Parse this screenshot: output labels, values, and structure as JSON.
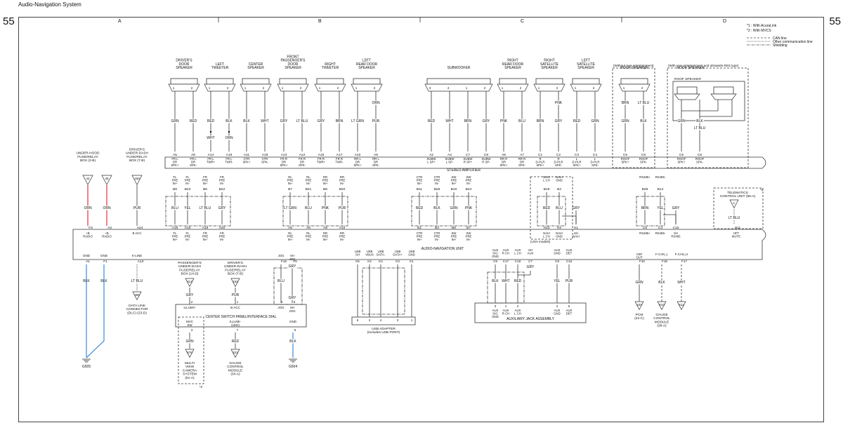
{
  "page": {
    "title": "Audio-Navigation System",
    "page_number_left": "55",
    "page_number_right": "55",
    "columns": [
      "A",
      "B",
      "C",
      "D"
    ]
  },
  "legend": {
    "notes": [
      "*1 : With AcuraLink",
      "*2 : With MVCS"
    ],
    "lines": [
      {
        "label": "CAN line",
        "style": "dashed"
      },
      {
        "label": "Other communication line",
        "style": "dotted"
      },
      {
        "label": "Shielding",
        "style": "dashdot"
      }
    ]
  },
  "speakers_top": [
    {
      "name": [
        "DRIVER'S",
        "DOOR",
        "SPEAKER"
      ],
      "wires": [
        "GRN",
        "RED"
      ],
      "pins": [
        "A5",
        "A6"
      ],
      "signals": [
        [
          "FR L",
          "DR",
          "SPK+"
        ],
        [
          "FR L",
          "DR",
          "SPK-"
        ]
      ]
    },
    {
      "name": [
        "LEFT",
        "TWEETER"
      ],
      "wires": [
        "RED",
        "BLK"
      ],
      "pins": [
        "A14",
        "A15"
      ],
      "signals": [
        [
          "FR L",
          "TWR+"
        ],
        [
          "FR L",
          "TWR-"
        ]
      ],
      "lower_wires": [
        "WHT",
        "ORN"
      ]
    },
    {
      "name": [
        "CENTER",
        "SPEAKER"
      ],
      "wires": [
        "BLK",
        "WHT"
      ],
      "pins": [
        "A11",
        "A18"
      ],
      "signals": [
        [
          "CTR",
          "SPK+"
        ],
        [
          "CTR",
          "SPK-"
        ]
      ]
    },
    {
      "name": [
        "FRONT",
        "PASSENGER'S",
        "DOOR",
        "SPEAKER"
      ],
      "wires": [
        "GRY",
        "LT BLU"
      ],
      "pins": [
        "A13",
        "A12"
      ],
      "signals": [
        [
          "FR R",
          "DR",
          "SPK+"
        ],
        [
          "FR R",
          "DR",
          "SPK-"
        ]
      ]
    },
    {
      "name": [
        "RIGHT",
        "TWEETER"
      ],
      "wires": [
        "GRY",
        "BRN"
      ],
      "pins": [
        "A16",
        "A17"
      ],
      "signals": [
        [
          "FR R",
          "TWR+"
        ],
        [
          "FR R",
          "TWR-"
        ]
      ]
    },
    {
      "name": [
        "LEFT",
        "REAR DOOR",
        "SPEAKER"
      ],
      "wires": [
        "LT GRN",
        "PUR"
      ],
      "pins": [
        "A10",
        "A9"
      ],
      "signals": [
        [
          "RR L",
          "DR",
          "SPK+"
        ],
        [
          "RR L",
          "DR",
          "SPK-"
        ]
      ],
      "upper_wire": "ORN"
    },
    {
      "name": [
        "SUBWOOFER"
      ],
      "wires": [
        "RED",
        "WHT",
        "BRN",
        "GRY"
      ],
      "pins": [
        "A2",
        "A4",
        "C7",
        "C8"
      ],
      "signals": [
        [
          "SUBW",
          "L SP+"
        ],
        [
          "SUBW",
          "L SP-"
        ],
        [
          "SUBW",
          "R SP+"
        ],
        [
          "SUBW",
          "R SP-"
        ]
      ]
    },
    {
      "name": [
        "RIGHT",
        "REAR DOOR",
        "SPEAKER"
      ],
      "wires": [
        "PNK",
        "BLU"
      ],
      "pins": [
        "A8",
        "A7"
      ],
      "signals": [
        [
          "RR R",
          "DR",
          "SPK+"
        ],
        [
          "RR R",
          "DR",
          "SPK-"
        ]
      ]
    },
    {
      "name": [
        "RIGHT",
        "SATELLITE",
        "SPEAKER"
      ],
      "wires": [
        "BRN",
        "GRY"
      ],
      "pins": [
        "C1",
        "C2"
      ],
      "signals": [
        [
          "R",
          "D-PLR",
          "SPK+"
        ],
        [
          "R",
          "D-PLR",
          "SPK-"
        ]
      ],
      "upper_wire": "PNK"
    },
    {
      "name": [
        "LEFT",
        "SATELLITE",
        "SPEAKER"
      ],
      "wires": [
        "RED",
        "GRN"
      ],
      "pins": [
        "C3",
        "C4"
      ],
      "signals": [
        [
          "L",
          "D-PLR",
          "SPK+"
        ],
        [
          "L",
          "D-PLR",
          "SPK-"
        ]
      ]
    },
    {
      "name": [
        "ROOF SPEAKER"
      ],
      "wires": [
        "GRN",
        "BLK"
      ],
      "pins": [
        "C5",
        "C6"
      ],
      "signals": [
        [
          "ROOF",
          "SPK+"
        ],
        [
          "ROOF",
          "SPK-"
        ]
      ],
      "upper_wires": [
        "BRN",
        "LT BLU"
      ],
      "box_label": "(Without rear entertainment)"
    },
    {
      "name": [
        "ROOF SPEAKER"
      ],
      "wires": [
        "GRN",
        "BLK"
      ],
      "pins": [
        "C5",
        "C6"
      ],
      "signals": [
        [
          "ROOF",
          "SPK+"
        ],
        [
          "ROOF",
          "SPK-"
        ]
      ],
      "upper_wire": "LT BLU",
      "box_label": "(With rear entertainment and ultrawide RES type)"
    }
  ],
  "amplifier": {
    "label": "STEREO AMPLIFIER"
  },
  "amp_to_unit": [
    {
      "pin_top": "B9",
      "sig": [
        "FL",
        "PRE",
        "IN+"
      ],
      "wire": "BLU",
      "pin_bot": "A15",
      "unit_sig": [
        "FL",
        "PRE",
        "IN+"
      ]
    },
    {
      "pin_top": "B23",
      "sig": [
        "FL",
        "PRE",
        "IN-"
      ],
      "wire": "YEL",
      "pin_bot": "A16",
      "unit_sig": [
        "FL",
        "PRE",
        "IN-"
      ]
    },
    {
      "pin_top": "B6",
      "sig": [
        "FR",
        "PRE",
        "IN+"
      ],
      "wire": "LT BLU",
      "pin_bot": "A19",
      "unit_sig": [
        "FR",
        "PRE",
        "IN+"
      ]
    },
    {
      "pin_top": "B22",
      "sig": [
        "FR",
        "PRE",
        "IN-"
      ],
      "wire": "GRY",
      "pin_bot": "A20",
      "unit_sig": [
        "FR",
        "PRE",
        "IN-"
      ]
    },
    {
      "pin_top": "B7",
      "sig": [
        "RL",
        "PRE",
        "IN+"
      ],
      "wire": "LT GRN",
      "pin_bot": "A5",
      "unit_sig": [
        "RL",
        "PRE",
        "IN+"
      ]
    },
    {
      "pin_top": "B21",
      "sig": [
        "RL",
        "PRE",
        "IN-"
      ],
      "wire": "BLU",
      "pin_bot": "A6",
      "unit_sig": [
        "RL",
        "PRE",
        "IN-"
      ]
    },
    {
      "pin_top": "B8",
      "sig": [
        "RR",
        "PRE",
        "IN+"
      ],
      "wire": "PNK",
      "pin_bot": "A9",
      "unit_sig": [
        "RR",
        "PRE",
        "IN+"
      ]
    },
    {
      "pin_top": "B20",
      "sig": [
        "RR",
        "PRE",
        "IN-"
      ],
      "wire": "PUR",
      "pin_bot": "A10",
      "unit_sig": [
        "RR",
        "PRE",
        "IN-"
      ]
    },
    {
      "pin_top": "B11",
      "sig": [
        "CTR",
        "PRE",
        "IN+"
      ],
      "wire": "RED",
      "pin_bot": "B1",
      "unit_sig": [
        "CTR",
        "PRE",
        "IN+"
      ]
    },
    {
      "pin_top": "B25",
      "sig": [
        "CTR",
        "PRE",
        "IN-"
      ],
      "wire": "BLK",
      "pin_bot": "B3",
      "unit_sig": [
        "CTR",
        "PRE",
        "IN-"
      ]
    },
    {
      "pin_top": "B10",
      "sig": [
        "SW",
        "PRE",
        "IN+"
      ],
      "wire": "GRN",
      "pin_bot": "B6",
      "unit_sig": [
        "SW",
        "PRE",
        "IN+"
      ]
    },
    {
      "pin_top": "B24",
      "sig": [
        "SW",
        "PRE",
        "IN-"
      ],
      "wire": "PNK",
      "pin_bot": "B7",
      "unit_sig": [
        "SW",
        "PRE",
        "IN-"
      ]
    },
    {
      "pin_top": "B19",
      "sig": [
        "NAVI",
        "L CH"
      ],
      "wire": "RED",
      "pin_bot": "H10",
      "unit_sig": [
        "NAVI",
        "L CH"
      ]
    },
    {
      "pin_top": "B4",
      "sig": [
        "NAVI",
        "GND"
      ],
      "wire": "BLU",
      "pin_bot": "H2",
      "unit_sig": [
        "NAVI",
        "GND"
      ]
    },
    {
      "pin_top": "",
      "sig": [],
      "wire": "GRY",
      "pin_bot": "H1",
      "unit_sig": [
        "SH",
        "NAVI"
      ]
    },
    {
      "pin_top": "B28",
      "sig": [
        "RS485+"
      ],
      "wire": "BRN",
      "pin_bot": "C5",
      "unit_sig": [
        "RS485+"
      ]
    },
    {
      "pin_top": "B14",
      "sig": [
        "RS485-"
      ],
      "wire": "YEL",
      "pin_bot": "C4",
      "unit_sig": [
        "RS485-"
      ]
    },
    {
      "pin_top": "",
      "sig": [],
      "wire": "GRY",
      "pin_bot": "C15",
      "unit_sig": [
        "SH",
        "RS485"
      ]
    }
  ],
  "usa_models_label": "(USA models)",
  "telematics": {
    "name": [
      "TELEMATICS",
      "CONTROL UNIT (56-A)"
    ],
    "pin": "C",
    "wire": "LT BLU",
    "unit_pin": "H11",
    "unit_sig": [
      "HFT",
      "MUTE"
    ],
    "mark": "*1"
  },
  "unit": {
    "label": "AUDIO-NAVIGATION UNIT"
  },
  "fuse_boxes": [
    {
      "name": [
        "UNDER-HOOD",
        "FUSE/RELAY",
        "BOX (2-B)"
      ],
      "fuse": "44",
      "wire": "ORN",
      "pin": "F3",
      "sig": [
        "+B",
        "RADIO"
      ]
    },
    {
      "name": [],
      "fuse": "45",
      "wire": "ORN",
      "pin": "A3",
      "sig": [
        "+B",
        "RADIO"
      ]
    },
    {
      "name": [
        "DRIVER'S",
        "UNDER-DASH",
        "FUSE/RELAY",
        "BOX (7-B)"
      ],
      "fuse": "150",
      "wire": "PUR",
      "pin": "A24",
      "sig": [
        "B ACC"
      ]
    }
  ],
  "bottom_left": {
    "gnd": [
      {
        "sig": "GND",
        "pin": "A1",
        "wire": "BLK"
      },
      {
        "sig": "GND",
        "pin": "F1",
        "wire": "BLK"
      }
    ],
    "ground_label": "G505",
    "kline": {
      "sig": "K-LINE",
      "pin": "A13",
      "wire": "LT BLU",
      "conn": "455",
      "name": [
        "DATA LINK",
        "CONNECTOR",
        "(DLC) (23-D)"
      ]
    }
  },
  "switch_panel": {
    "label": "CENTER SWITCH PANEL/INTERFACE DIAL",
    "feeds": [
      {
        "name": [
          "PASSENGER'S",
          "UNDER-DASH",
          "FUSE/RELAY",
          "BOX (14-D)"
        ],
        "fuse": "314",
        "wire": "GRY",
        "pin": "2",
        "sig": "ILLUMI+"
      },
      {
        "name": [
          "DRIVER'S",
          "UNDER-DASH",
          "FUSE/RELAY",
          "BOX (7-B)"
        ],
        "fuse": "152",
        "wire": "PUR",
        "pin": "1",
        "sig": "B ACC"
      }
    ],
    "jog": {
      "top_pins": [
        "F16",
        "F9"
      ],
      "top_sigs": [
        [
          "JOG"
        ],
        [
          "SH",
          "JOG"
        ]
      ],
      "wires": [
        "GRY",
        "BLU",
        "GRY"
      ],
      "pins": [
        "4",
        "5"
      ],
      "sigs": [
        [
          "JOG"
        ],
        [
          "SH",
          "JOG"
        ]
      ]
    },
    "outputs": [
      {
        "sig": [
          "MVC",
          "SW"
        ],
        "pin": "3",
        "wire": "GRN",
        "conn": "576",
        "name": [
          "MULTI",
          "VIEW",
          "CAMERA",
          "SYSTEM",
          "(51-A)"
        ]
      },
      {
        "sig": [
          "ILLUMI-",
          "(LED)"
        ],
        "pin": "7",
        "wire": "RED",
        "conn": "421",
        "name": [
          "GAUGE",
          "CONTROL",
          "MODULE",
          "(34-A)"
        ]
      },
      {
        "sig": [
          "GND"
        ],
        "pin": "6",
        "wire": "BLK",
        "ground": "G504"
      }
    ],
    "mvcs_mark": "*2"
  },
  "usb": {
    "sigs": [
      [
        "USB",
        "SH"
      ],
      [
        "USB",
        "VBUS"
      ],
      [
        "USB",
        "DATA-"
      ],
      [
        "USB",
        "DATA+"
      ],
      [
        "USB",
        "GND"
      ]
    ],
    "pins_top": [
      "K5",
      "K2",
      "K4",
      "K3",
      "K1"
    ],
    "pins_bot": [
      "5",
      "2",
      "4",
      "3",
      "1"
    ],
    "label": [
      "USB ADAPTER",
      "(includes USB PORT)"
    ]
  },
  "aux": {
    "sigs": [
      [
        "AUX",
        "SIG",
        "GND"
      ],
      [
        "AUX",
        "R CH"
      ],
      [
        "AUX",
        "L CH"
      ],
      [
        "SH",
        "AUX"
      ],
      [
        "AUX",
        "GND"
      ],
      [
        "AUX",
        "DET"
      ]
    ],
    "pins_top": [
      "C9",
      "C17",
      "C18",
      "C7",
      "C8",
      "C16"
    ],
    "wires": [
      "BLK",
      "WHT",
      "RED",
      "GRY",
      "YEL",
      "PUR"
    ],
    "pins_bot": [
      "3",
      "1",
      "2",
      "4",
      "5"
    ],
    "bot_sigs": [
      [
        "AUX",
        "SIG",
        "GND"
      ],
      [
        "AUX",
        "R CH"
      ],
      [
        "AUX",
        "L CH"
      ],
      [
        "AUX",
        "GND"
      ],
      [
        "AUX",
        "DET"
      ]
    ],
    "label": "AUXILIARY JACK ASSEMBLY"
  },
  "right_bottom": [
    {
      "sig": [
        "VSP",
        "OUT"
      ],
      "pin": "F10",
      "wire": "GRN",
      "conn": "420",
      "name": [
        "PCM",
        "(22-C)"
      ]
    },
    {
      "sig": [
        "F-CAN_L"
      ],
      "pin": "F18",
      "wire": "BLK",
      "conn": "510",
      "name": [
        "GAUGE",
        "CONTROL",
        "MODULE",
        "(38-A)"
      ]
    },
    {
      "sig": [
        "F-CAN_H"
      ],
      "pin": "F17",
      "wire": "WHT",
      "conn": "511",
      "name": []
    }
  ],
  "colors": {
    "ORN_power": "#e0202a",
    "ground_line": "#2a7fd4",
    "line": "#333333",
    "dashed": "#777777"
  }
}
